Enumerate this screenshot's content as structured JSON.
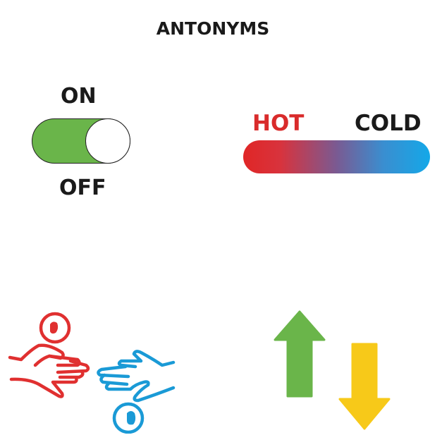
{
  "title": "ANTONYMS",
  "toggle": {
    "on_label": "ON",
    "off_label": "OFF",
    "state": "on",
    "color": "#6ab54a"
  },
  "temperature": {
    "hot_label": "HOT",
    "cold_label": "COLD",
    "hot_color": "#e02626",
    "cold_color": "#14a8e8"
  },
  "hands": {
    "give_color": "#e03030",
    "take_color": "#1a9ad6"
  },
  "arrows": {
    "up_color": "#6ab54a",
    "down_color": "#f7c919"
  }
}
